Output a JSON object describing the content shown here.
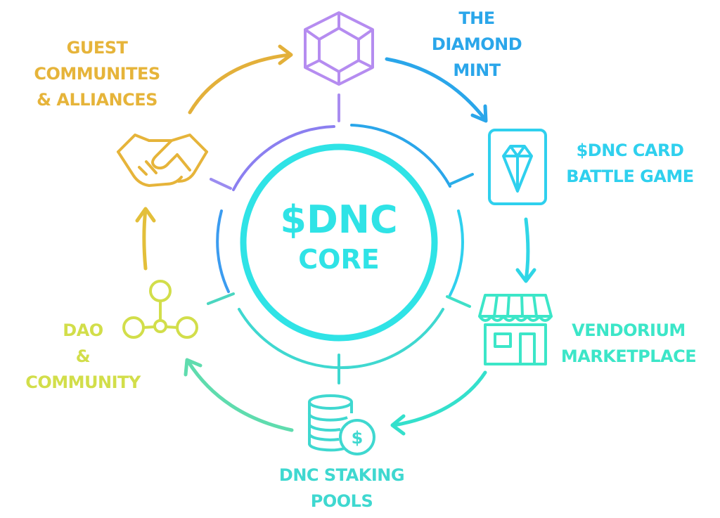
{
  "core": {
    "line1": "$DNC",
    "line2": "CORE"
  },
  "nodes": {
    "diamond_mint": {
      "lines": [
        "THE",
        "DIAMOND",
        "MINT"
      ],
      "icon": "cube-icon",
      "color": "#2aa6ea"
    },
    "card_battle": {
      "lines": [
        "$DNC CARD",
        "BATTLE GAME"
      ],
      "icon": "diamond-card-icon",
      "color": "#2fd0ee"
    },
    "vendorium": {
      "lines": [
        "VENDORIUM",
        "MARKETPLACE"
      ],
      "icon": "storefront-icon",
      "color": "#3ce6c8"
    },
    "staking": {
      "lines": [
        "DNC STAKING",
        "POOLS"
      ],
      "icon": "coin-stack-icon",
      "color": "#3fd8d0"
    },
    "dao": {
      "lines": [
        "DAO",
        "&",
        "COMMUNITY"
      ],
      "icon": "dao-network-icon",
      "color": "#d2de4a"
    },
    "guest": {
      "lines": [
        "GUEST",
        "COMMUNITES",
        "& ALLIANCES"
      ],
      "icon": "handshake-icon",
      "color": "#e6b43a"
    }
  },
  "colors": {
    "purple": "#b58cf0",
    "blue": "#2aa6ea",
    "cyan": "#2fe3e6",
    "teal": "#3ce6c8",
    "lime": "#c8e34a",
    "gold": "#e6b43a"
  }
}
